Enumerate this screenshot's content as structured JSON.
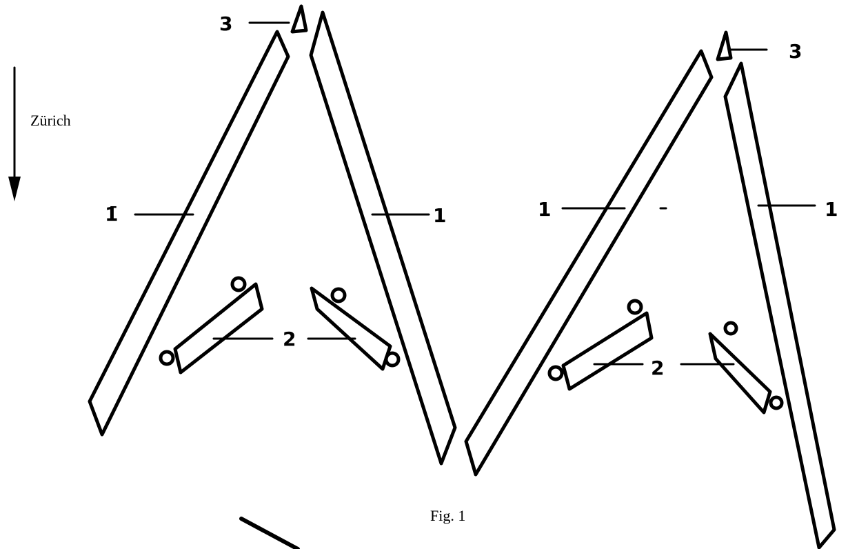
{
  "direction_label": "Zürich",
  "caption": "Fig. 1",
  "labels": {
    "beam": "1",
    "beam_marked": "1̄",
    "bracket": "2",
    "marker": "3"
  },
  "colors": {
    "ink": "#000000",
    "paper": "#ffffff"
  }
}
